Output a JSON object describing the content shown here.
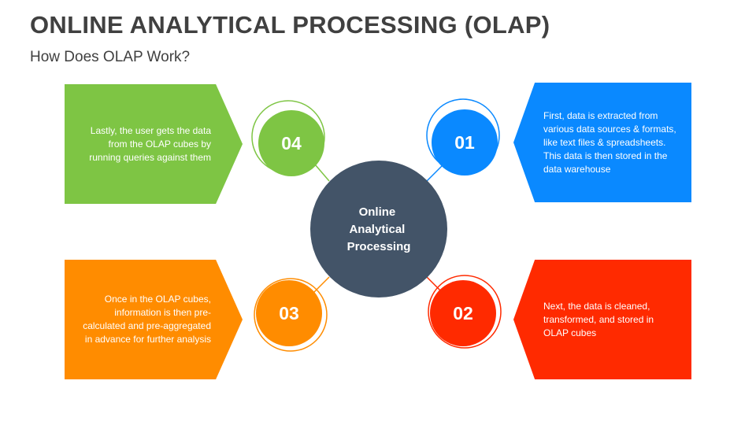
{
  "header": {
    "title": "ONLINE ANALYTICAL PROCESSING (OLAP)",
    "subtitle": "How Does OLAP Work?"
  },
  "center": {
    "label_lines": [
      "Online",
      "Analytical",
      "Processing"
    ],
    "color": "#435468"
  },
  "steps": [
    {
      "number": "01",
      "color": "#0a89ff",
      "text": "First, data is extracted from various data sources & formats, like text files & spreadsheets. This data is then stored in the data warehouse"
    },
    {
      "number": "02",
      "color": "#ff2a00",
      "text": "Next, the data is cleaned, transformed, and stored in OLAP cubes"
    },
    {
      "number": "03",
      "color": "#ff8c00",
      "text": "Once in the OLAP cubes, information is then pre-calculated and pre-aggregated in advance for further analysis"
    },
    {
      "number": "04",
      "color": "#7ec544",
      "text": "Lastly, the user gets the data from the OLAP cubes by running queries against them"
    }
  ]
}
